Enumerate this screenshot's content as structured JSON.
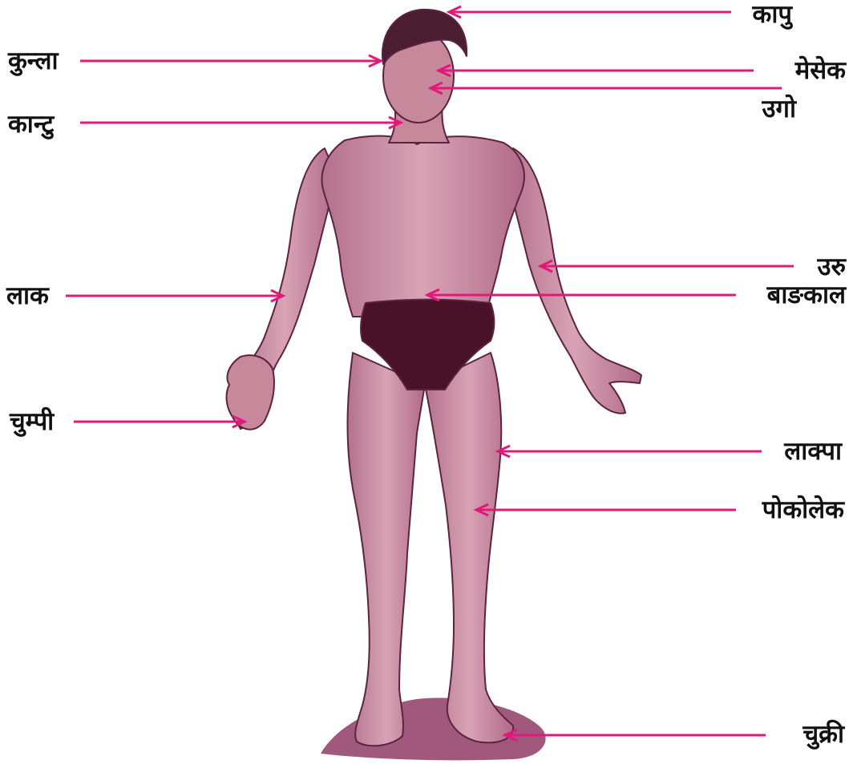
{
  "colors": {
    "leader_line": "#e0197a",
    "skin": "#c7889c",
    "skin_shadow": "#9c5471",
    "outline": "#5a2440",
    "hair": "#4a1e30",
    "briefs": "#4a1226",
    "ground_shadow": "#8f3c66",
    "label_text": "#111111"
  },
  "labels": {
    "kapu": "कापु",
    "kunla": "कुन्ला",
    "mesek": "मेसेक",
    "ugo": "उगो",
    "kantu": "कान्टु",
    "uru": "उरु",
    "lak": "लाक",
    "bangkal": "बाङकाल",
    "chumpi": "चुम्पी",
    "lakpa": "लाक्पा",
    "pokolek": "पोकोलेक",
    "chukri": "चुक्री"
  }
}
